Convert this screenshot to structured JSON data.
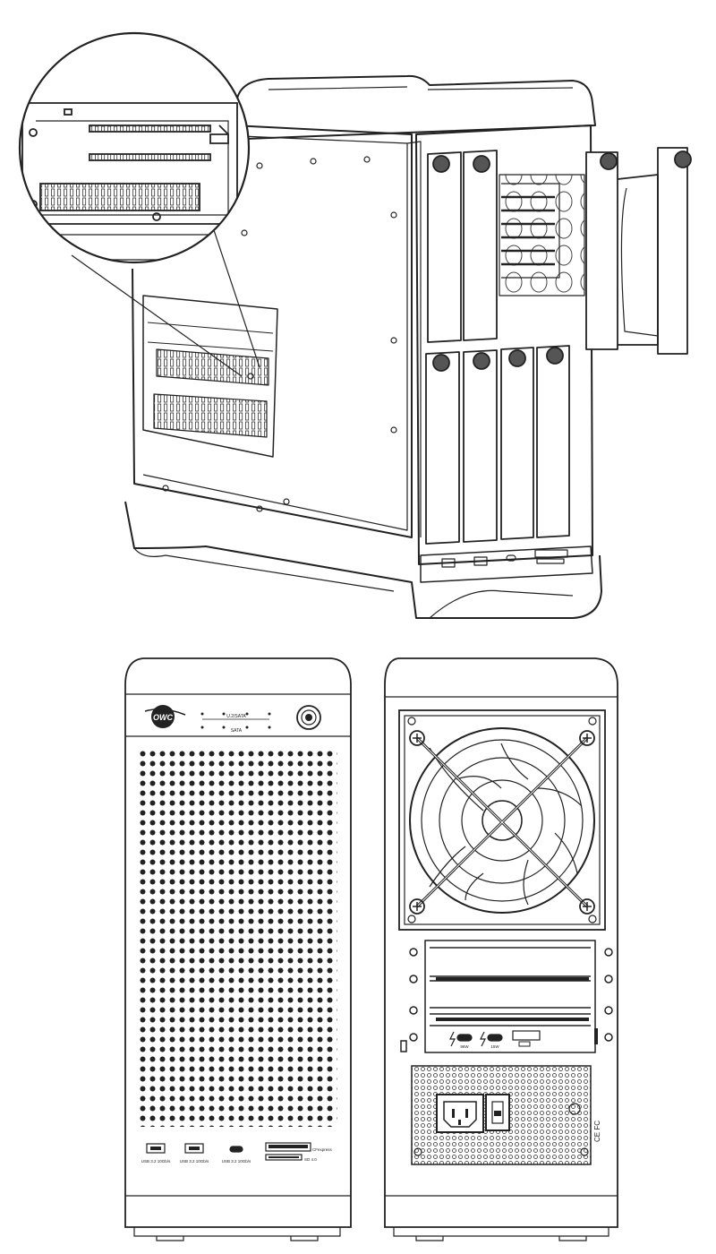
{
  "front_panel": {
    "brand_logo": "OWC",
    "bay_label_top": "U.2/SATA",
    "bay_label_bottom": "SATA",
    "port_labels": [
      "USB 3.2 10Gb/s",
      "USB 3.2 10Gb/s",
      "USB 3.2 10Gb/s"
    ],
    "card_label_top": "CFexpress",
    "card_label_bottom": "SD 4.0"
  },
  "rear_panel": {
    "tb_port_labels": [
      "96W",
      "15W"
    ],
    "cert_marks": "CE FC",
    "fan_icon": "fan-icon",
    "power_icon": "power-inlet-icon"
  },
  "colors": {
    "line": "#222222",
    "background": "#ffffff",
    "fill": "#f4f4f4"
  }
}
